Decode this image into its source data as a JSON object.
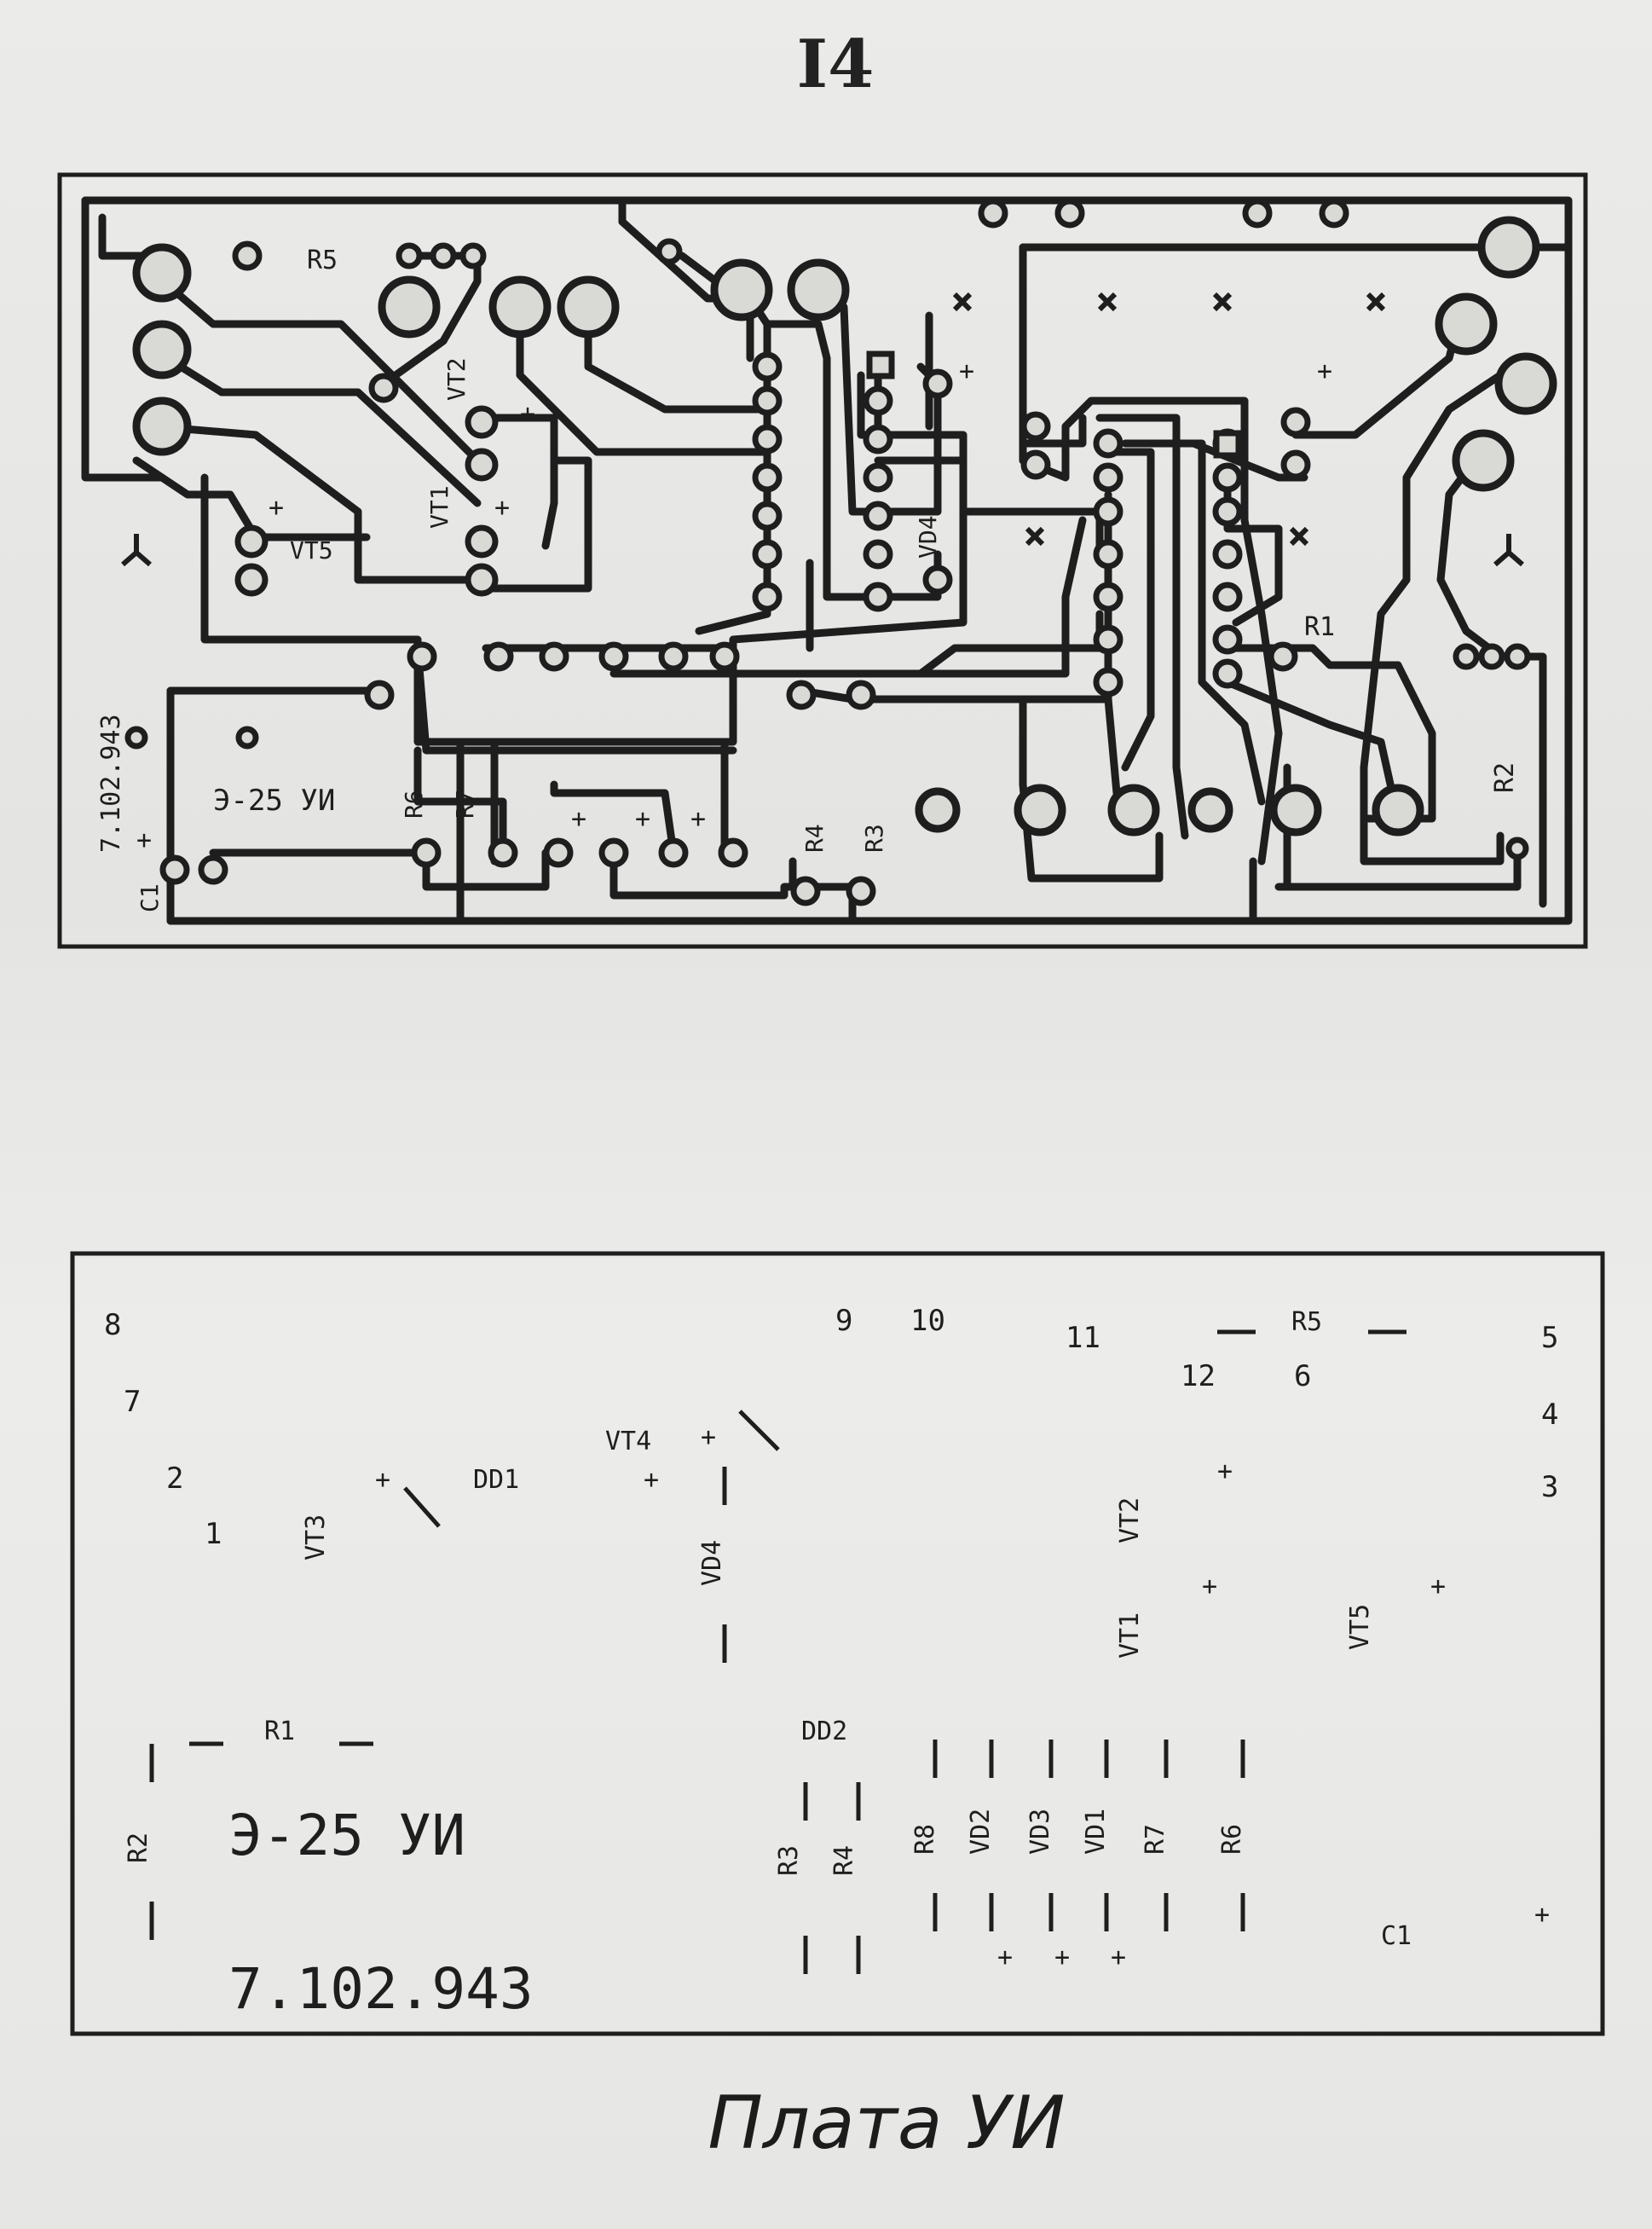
{
  "page_number": "I4",
  "caption": "Плата УИ",
  "copper_side": {
    "labels": [
      {
        "id": "r5",
        "text": "R5"
      },
      {
        "id": "vt2",
        "text": "VT2"
      },
      {
        "id": "vt1",
        "text": "VT1"
      },
      {
        "id": "vt5",
        "text": "VT5"
      },
      {
        "id": "vd4",
        "text": "VD4"
      },
      {
        "id": "r1",
        "text": "R1"
      },
      {
        "id": "r2",
        "text": "R2"
      },
      {
        "id": "r4",
        "text": "R4"
      },
      {
        "id": "r3",
        "text": "R3"
      },
      {
        "id": "r6",
        "text": "R6"
      },
      {
        "id": "r7",
        "text": "R7"
      },
      {
        "id": "board_name",
        "text": "Э-25 УИ"
      },
      {
        "id": "doc_number",
        "text": "7.102.943"
      },
      {
        "id": "c1",
        "text": "C1"
      }
    ],
    "plus": "+"
  },
  "component_side": {
    "board_name": "Э-25 УИ",
    "doc_number": "7.102.943",
    "labels": [
      {
        "id": "n8",
        "text": "8"
      },
      {
        "id": "n7",
        "text": "7"
      },
      {
        "id": "n2",
        "text": "2"
      },
      {
        "id": "n1",
        "text": "1"
      },
      {
        "id": "n9",
        "text": "9"
      },
      {
        "id": "n10",
        "text": "10"
      },
      {
        "id": "n11",
        "text": "11"
      },
      {
        "id": "n12",
        "text": "12"
      },
      {
        "id": "n6",
        "text": "6"
      },
      {
        "id": "n5",
        "text": "5"
      },
      {
        "id": "n4",
        "text": "4"
      },
      {
        "id": "n3",
        "text": "3"
      },
      {
        "id": "r5",
        "text": "R5"
      },
      {
        "id": "vt3",
        "text": "VT3"
      },
      {
        "id": "dd1",
        "text": "DD1"
      },
      {
        "id": "vt4",
        "text": "VT4"
      },
      {
        "id": "vd4",
        "text": "VD4"
      },
      {
        "id": "vt2",
        "text": "VT2"
      },
      {
        "id": "vt1",
        "text": "VT1"
      },
      {
        "id": "vt5",
        "text": "VT5"
      },
      {
        "id": "r1",
        "text": "R1"
      },
      {
        "id": "r2",
        "text": "R2"
      },
      {
        "id": "dd2",
        "text": "DD2"
      },
      {
        "id": "r3",
        "text": "R3"
      },
      {
        "id": "r4",
        "text": "R4"
      },
      {
        "id": "r8",
        "text": "R8"
      },
      {
        "id": "vd2",
        "text": "VD2"
      },
      {
        "id": "vd3",
        "text": "VD3"
      },
      {
        "id": "vd1",
        "text": "VD1"
      },
      {
        "id": "r7",
        "text": "R7"
      },
      {
        "id": "r6",
        "text": "R6"
      },
      {
        "id": "c1",
        "text": "C1"
      }
    ],
    "plus": "+"
  }
}
